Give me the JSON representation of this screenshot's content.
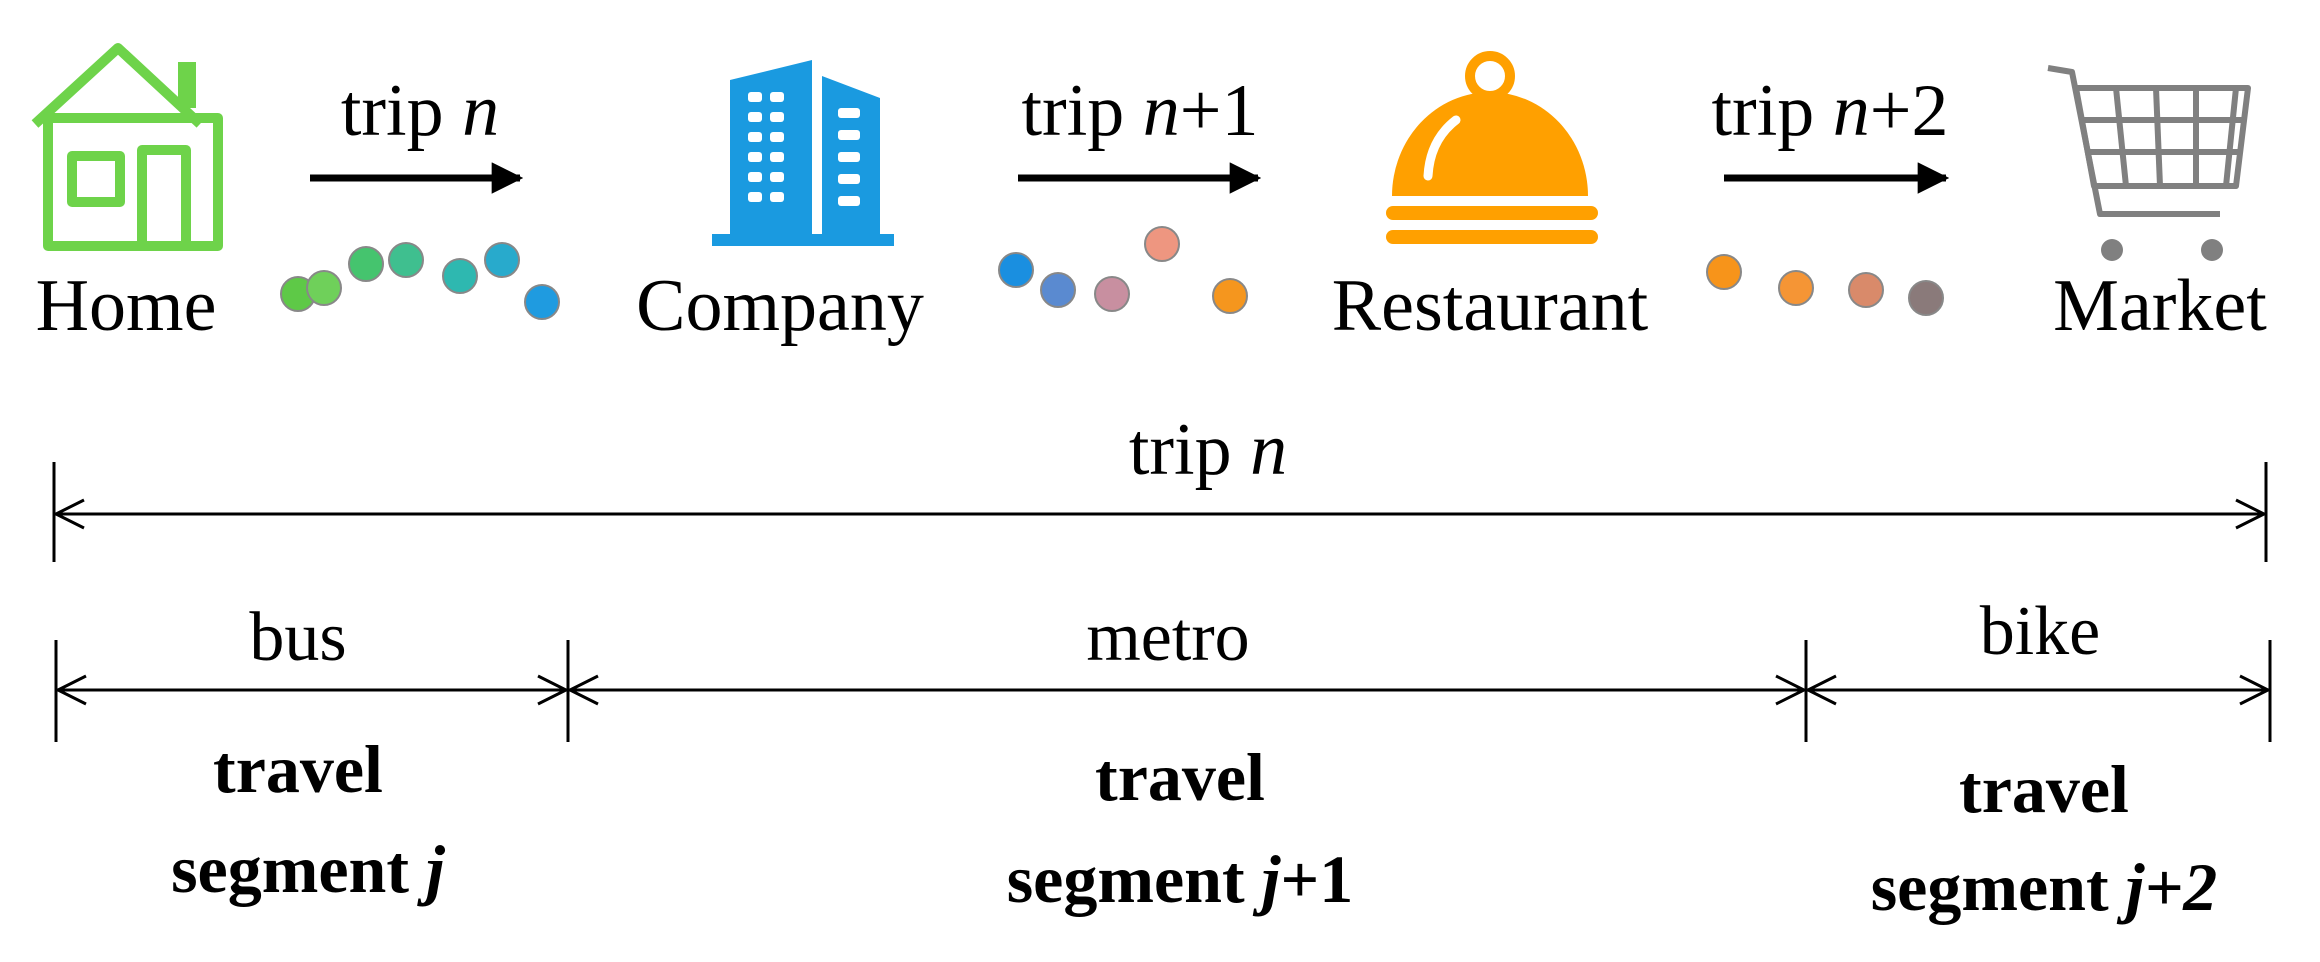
{
  "places": [
    {
      "name": "Home",
      "icon": "house-icon",
      "color": "#6ed34a"
    },
    {
      "name": "Company",
      "icon": "office-building-icon",
      "color": "#1a9ae0"
    },
    {
      "name": "Restaurant",
      "icon": "food-cloche-icon",
      "color": "#ffa000"
    },
    {
      "name": "Market",
      "icon": "shopping-cart-icon",
      "color": "#808080"
    }
  ],
  "trip_labels": [
    {
      "prefix": "trip ",
      "var": "n",
      "suffix": ""
    },
    {
      "prefix": "trip ",
      "var": "n",
      "suffix": "+1"
    },
    {
      "prefix": "trip ",
      "var": "n",
      "suffix": "+2"
    }
  ],
  "span_label": {
    "prefix": "trip ",
    "var": "n"
  },
  "segments": [
    {
      "mode": "bus",
      "line1": "travel",
      "line2_prefix": "segment  ",
      "var": "j",
      "suffix": ""
    },
    {
      "mode": "metro",
      "line1": "travel",
      "line2_prefix": "segment ",
      "var": "j",
      "suffix": "+1"
    },
    {
      "mode": "bike",
      "line1": "travel",
      "line2_prefix": "segment ",
      "var": "j+2",
      "suffix": ""
    }
  ],
  "dot_groups": [
    [
      "#5ec947",
      "#6fd05a",
      "#45c46e",
      "#3fbf8f",
      "#2eb8b0",
      "#28aacc",
      "#1f9be0"
    ],
    [
      "#1a8fe0",
      "#5a8ad0",
      "#c88fa0",
      "#ee9680",
      "#f5961e"
    ],
    [
      "#f7941a",
      "#f59535",
      "#d98a6a",
      "#8a7a7a"
    ]
  ]
}
